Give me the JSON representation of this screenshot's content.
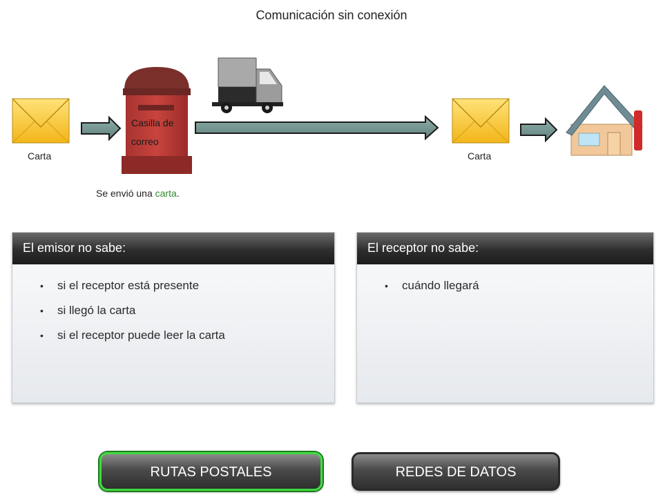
{
  "diagram": {
    "title": "Comunicación sin conexión",
    "left_letter_caption": "Carta",
    "right_letter_caption": "Carta",
    "mailbox_label_line1": "Casilla de",
    "mailbox_label_line2": "correo",
    "sent_message_prefix": "Se envió una ",
    "sent_message_highlight": "carta",
    "sent_message_suffix": ".",
    "highlight_color": "#2e8b2e",
    "icons": [
      "envelope-icon",
      "arrow-icon",
      "mailbox-icon",
      "truck-icon",
      "house-icon"
    ]
  },
  "panels": {
    "sender": {
      "header": "El emisor no sabe:",
      "items": [
        "si el receptor está presente",
        "si llegó la carta",
        "si el receptor puede leer la carta"
      ]
    },
    "receiver": {
      "header": "El receptor no sabe:",
      "items": [
        "cuándo llegará"
      ]
    }
  },
  "buttons": {
    "postal_label": "RUTAS POSTALES",
    "data_label": "REDES DE DATOS",
    "active_border_color": "#3fdc3f"
  }
}
